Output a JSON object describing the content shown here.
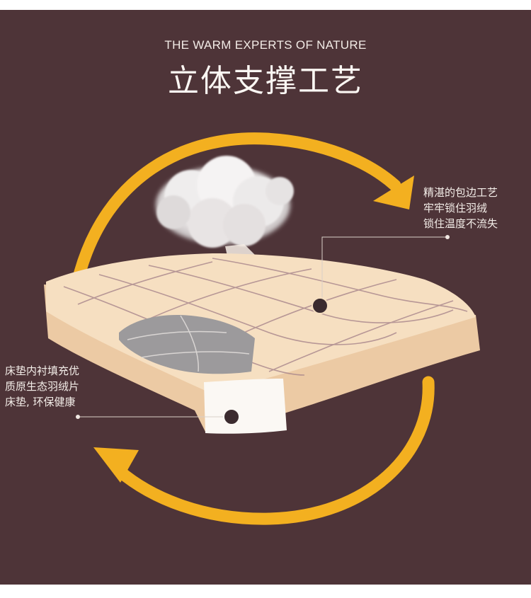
{
  "header": {
    "subtitle": "THE WARM EXPERTS OF NATURE",
    "title": "立体支撑工艺"
  },
  "callouts": {
    "right": {
      "lines": [
        "精湛的包边工艺",
        "牢牢锁住羽绒",
        "锁住温度不流失"
      ]
    },
    "left": {
      "lines": [
        "床垫内衬填充优",
        "质原生态羽绒片",
        "床垫, 环保健康"
      ]
    }
  },
  "colors": {
    "background": "#4e3438",
    "arrow": "#f3b020",
    "mattress": "#f6dfc1",
    "filling": "#9c9a9c"
  },
  "icons": {
    "top_arrow": "curved-arrow-icon",
    "bottom_arrow": "curved-arrow-icon",
    "down_feather": "down-feather-icon"
  }
}
